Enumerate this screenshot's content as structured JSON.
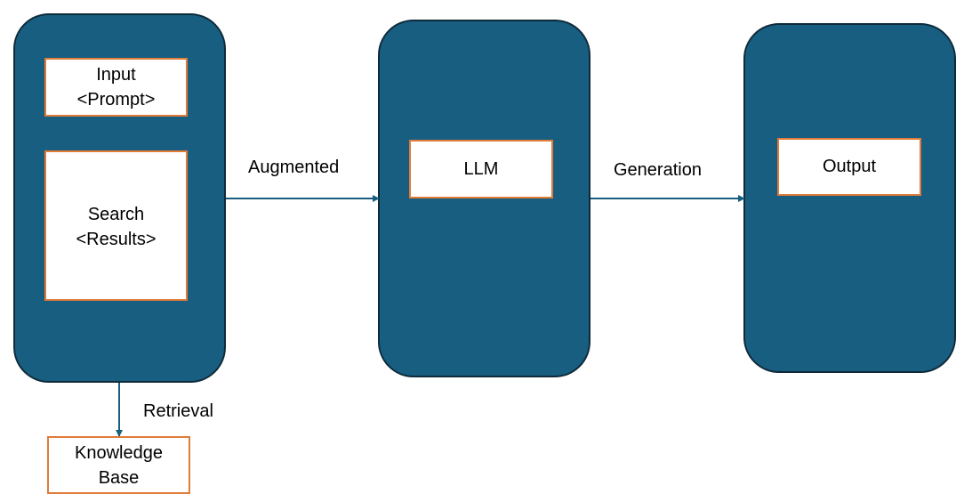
{
  "colors": {
    "panel_fill": "#175e80",
    "box_border": "#e07b39",
    "arrow": "#175e80"
  },
  "nodes": {
    "input": {
      "line1": "Input",
      "line2": "<Prompt>"
    },
    "search": {
      "line1": "Search",
      "line2": "<Results>"
    },
    "llm": {
      "label": "LLM"
    },
    "output": {
      "label": "Output"
    },
    "knowledge_base": {
      "line1": "Knowledge",
      "line2": "Base"
    }
  },
  "edges": {
    "augmented": "Augmented",
    "generation": "Generation",
    "retrieval": "Retrieval"
  }
}
